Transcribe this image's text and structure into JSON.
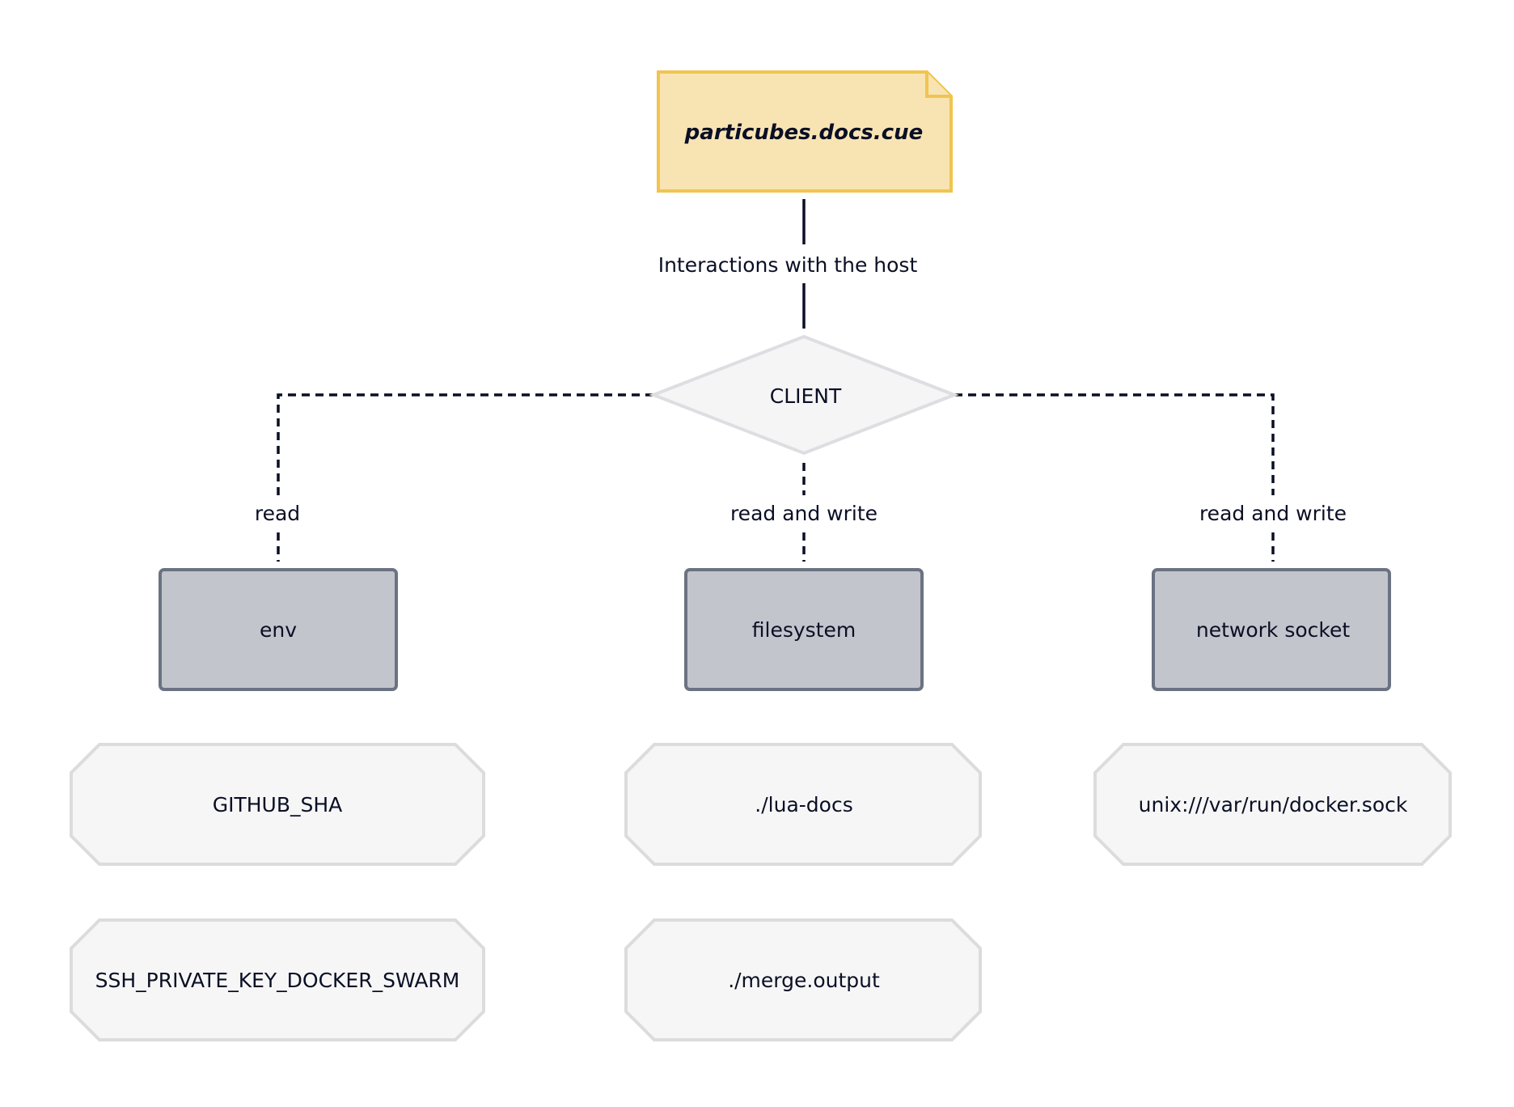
{
  "file_node": {
    "label": "particubes.docs.cue"
  },
  "root_edge": {
    "label": "Interactions with the host"
  },
  "client": {
    "label": "CLIENT"
  },
  "edges": {
    "env": "read",
    "filesystem": "read and write",
    "network": "read and write"
  },
  "resources": {
    "env": "env",
    "filesystem": "filesystem",
    "network": "network socket"
  },
  "items": {
    "env": [
      "GITHUB_SHA",
      "SSH_PRIVATE_KEY_DOCKER_SWARM"
    ],
    "filesystem": [
      "./lua-docs",
      "./merge.output"
    ],
    "network": [
      "unix:///var/run/docker.sock"
    ]
  },
  "colors": {
    "file_fill": "#f8e4b3",
    "file_stroke": "#f0c44f",
    "client_fill": "#f5f5f5",
    "client_stroke": "#dedee2",
    "resource_fill": "#c3c5cc",
    "resource_stroke": "#6b7282",
    "item_fill": "#f6f6f6",
    "item_stroke": "#dcdcdc",
    "line": "#0a0f25"
  }
}
